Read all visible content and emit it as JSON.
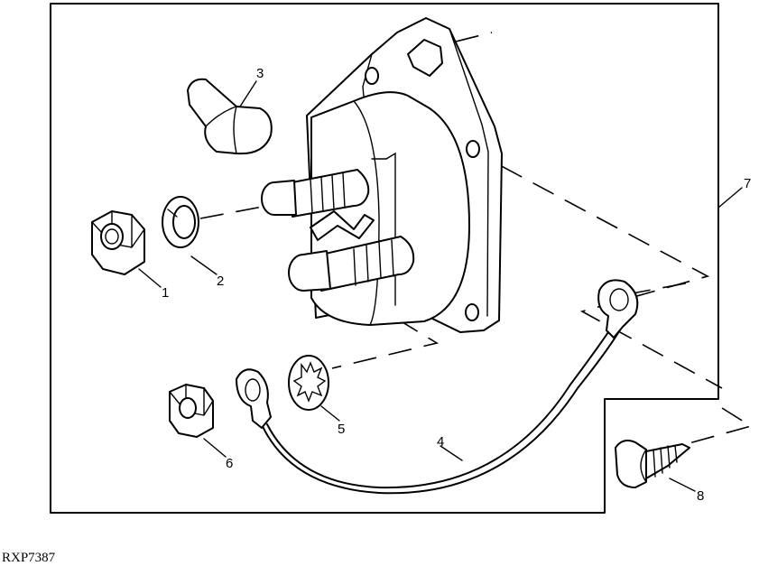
{
  "callouts": {
    "c1": "1",
    "c2": "2",
    "c3": "3",
    "c4": "4",
    "c5": "5",
    "c6": "6",
    "c7": "7",
    "c8": "8"
  },
  "figure_code": "RXP7387"
}
